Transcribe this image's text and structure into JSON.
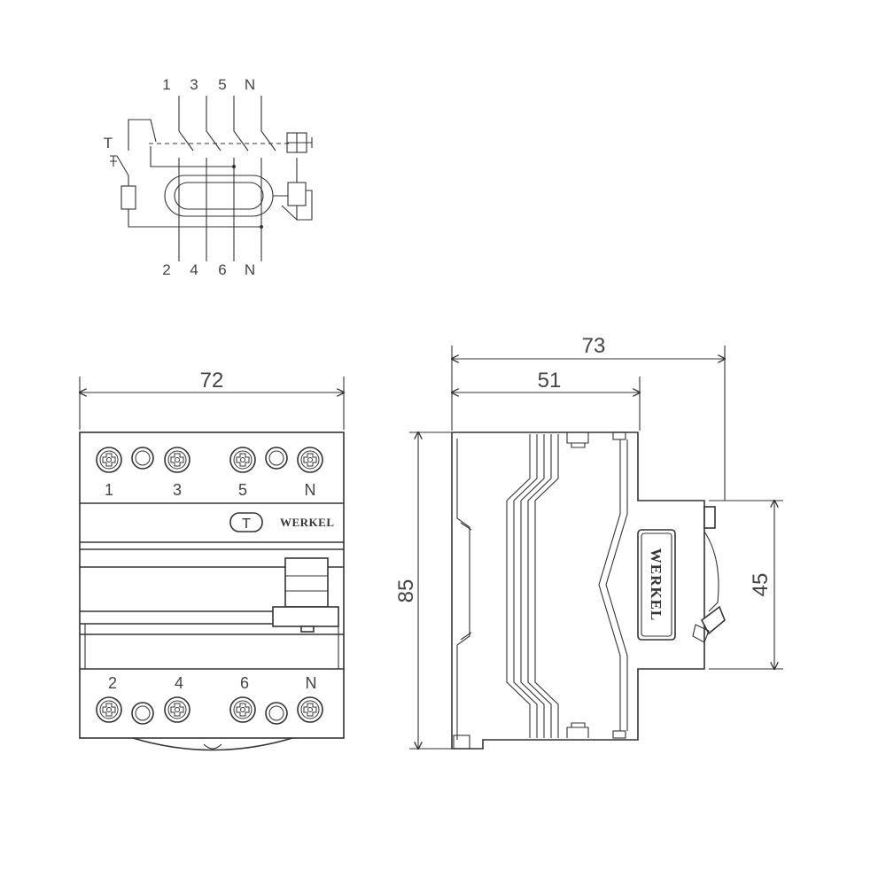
{
  "schematic": {
    "top_labels": [
      "1",
      "3",
      "5",
      "N"
    ],
    "bottom_labels": [
      "2",
      "4",
      "6",
      "N"
    ],
    "test_label": "T"
  },
  "front_view": {
    "width_dim": "72",
    "top_terminals": [
      "1",
      "3",
      "5",
      "N"
    ],
    "bottom_terminals": [
      "2",
      "4",
      "6",
      "N"
    ],
    "test_button": "T",
    "brand": "WERKEL"
  },
  "side_view": {
    "total_depth_dim": "73",
    "body_depth_dim": "51",
    "height_dim": "85",
    "front_height_dim": "45",
    "brand": "WERKEL"
  }
}
